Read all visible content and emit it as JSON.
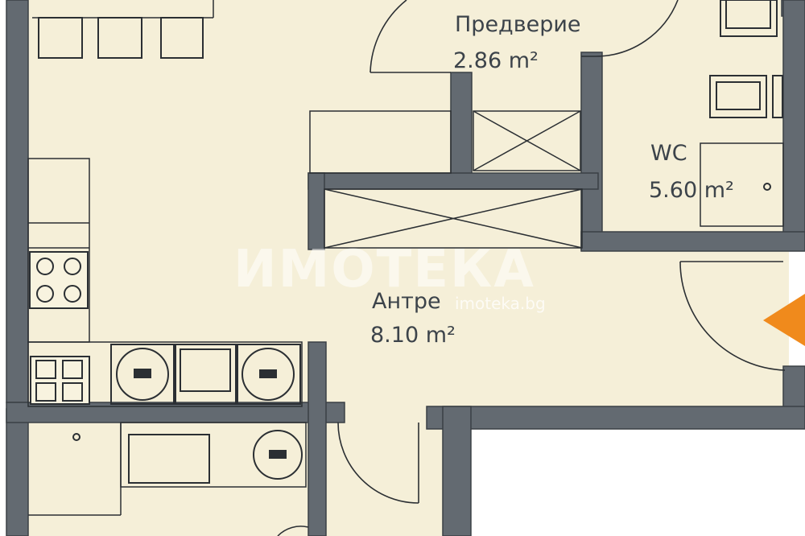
{
  "rooms": [
    {
      "name": "Предверие",
      "area": "2.86 m²"
    },
    {
      "name": "WC",
      "area": "5.60 m²"
    },
    {
      "name": "Антре",
      "area": "8.10 m²"
    }
  ],
  "watermark": {
    "brand": "ИМОТЕКА",
    "site": "imoteka.bg"
  },
  "colors": {
    "floor": "#f5efd8",
    "wall": "#636a71",
    "line": "#2b2f33",
    "entrance_marker": "#f08a1c"
  },
  "icons": {
    "entrance_marker": "orange-arrow-icon"
  }
}
